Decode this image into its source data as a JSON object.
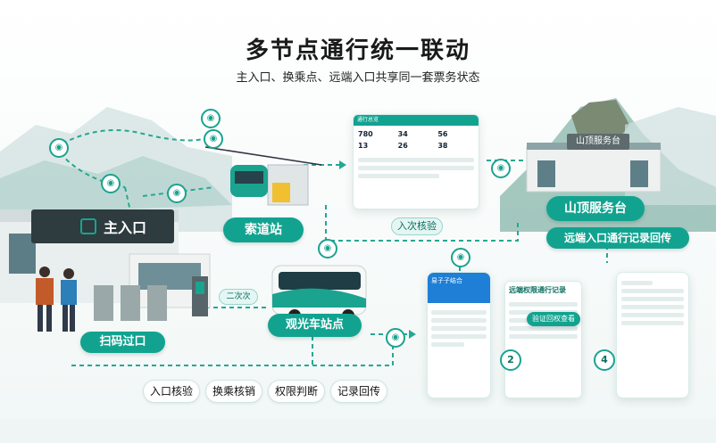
{
  "header": {
    "title": "多节点通行统一联动",
    "subtitle": "主入口、换乘点、远端入口共享同一套票务状态"
  },
  "nodes": {
    "main_entrance_sign": "主入口",
    "cableway": "索道站",
    "summit_building_sign": "山顶服务台",
    "summit_service": "山顶服务台",
    "bus_stop": "观光车站点",
    "scan_gate": "扫码过口",
    "remote_record": "远端入口通行记录回传",
    "entry_check": "入次核验",
    "transfer_label": "二次次"
  },
  "actions": [
    "入口核验",
    "换乘核销",
    "权限判断",
    "记录回传"
  ],
  "dashboard": {
    "header_title": "通行总览",
    "stats": [
      "780",
      "34",
      "56",
      "13",
      "26",
      "38"
    ]
  },
  "phone": {
    "title": "易子子结合",
    "record_title": "远端权限通行记录",
    "verify_label": "验证回权查看"
  },
  "steps": [
    "2",
    "4"
  ],
  "icons": [
    "ticket-icon",
    "location-pin-icon",
    "check-icon",
    "arrow-right-icon"
  ],
  "colors": {
    "accent": "#12a390",
    "accent_dark": "#0b6f60",
    "light": "#e4f6f3"
  }
}
